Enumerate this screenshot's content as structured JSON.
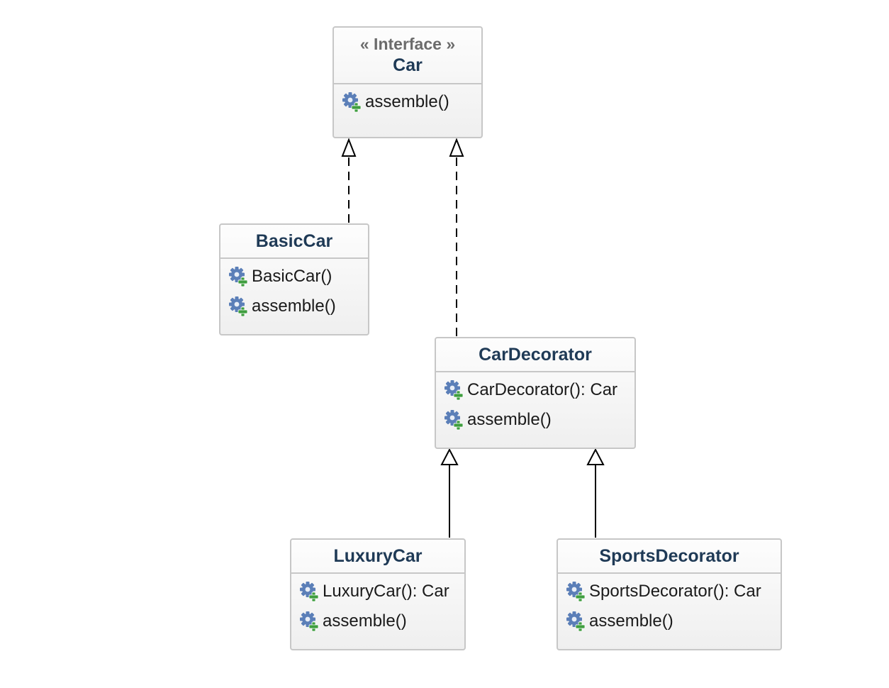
{
  "classes": {
    "car": {
      "stereotype": "« Interface »",
      "name": "Car",
      "methods": [
        "assemble()"
      ]
    },
    "basic_car": {
      "name": "BasicCar",
      "methods": [
        "BasicCar()",
        "assemble()"
      ]
    },
    "car_decorator": {
      "name": "CarDecorator",
      "methods": [
        "CarDecorator(): Car",
        "assemble()"
      ]
    },
    "luxury_car": {
      "name": "LuxuryCar",
      "methods": [
        "LuxuryCar(): Car",
        "assemble()"
      ]
    },
    "sports_decorator": {
      "name": "SportsDecorator",
      "methods": [
        "SportsDecorator(): Car",
        "assemble()"
      ]
    }
  },
  "relationships": [
    {
      "from": "BasicCar",
      "to": "Car",
      "type": "realization"
    },
    {
      "from": "CarDecorator",
      "to": "Car",
      "type": "realization"
    },
    {
      "from": "LuxuryCar",
      "to": "CarDecorator",
      "type": "generalization"
    },
    {
      "from": "SportsDecorator",
      "to": "CarDecorator",
      "type": "generalization"
    }
  ],
  "icons": {
    "method": "public-method-gear-icon"
  },
  "colors": {
    "class_name": "#1f3a56",
    "stereotype": "#6b6b6b",
    "border": "#c7c7c7",
    "gear": "#5b7fb8",
    "plus": "#3f9e3f"
  }
}
